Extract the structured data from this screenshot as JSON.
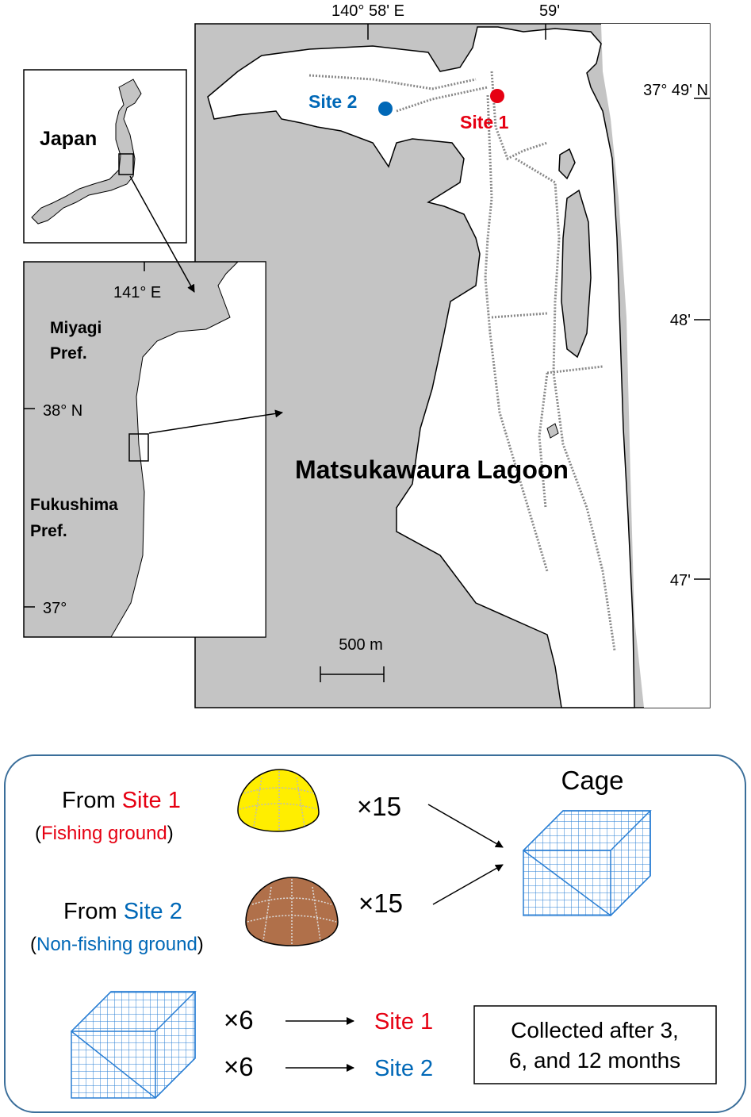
{
  "map": {
    "lon_label_1": "140° 58' E",
    "lon_label_2": "59'",
    "lat_label_1": "37° 49' N",
    "lat_label_2": "48'",
    "lat_label_3": "47'",
    "site2_label": "Site 2",
    "site1_label": "Site 1",
    "lagoon_label": "Matsukawaura Lagoon",
    "scale_label": "500 m",
    "site1_color": "#e60012",
    "site2_color": "#0068b7"
  },
  "inset_japan": {
    "label": "Japan"
  },
  "inset_region": {
    "lon_label": "141° E",
    "pref_miyagi_1": "Miyagi",
    "pref_miyagi_2": "Pref.",
    "lat_38": "38° N",
    "pref_fukushima_1": "Fukushima",
    "pref_fukushima_2": "Pref.",
    "lat_37": "37°"
  },
  "experiment": {
    "cage_label": "Cage",
    "from_prefix_1": "From ",
    "from_site_1": "Site 1",
    "ground_1": "Fishing ground",
    "count_1": "×15",
    "from_prefix_2": "From ",
    "from_site_2": "Site 2",
    "ground_2": "Non-fishing ground",
    "count_2": "×15",
    "deploy_count_1": "×6",
    "deploy_site_1": "Site 1",
    "deploy_count_2": "×6",
    "deploy_site_2": "Site 2",
    "collected_line_1": "Collected after 3,",
    "collected_line_2": "6, and 12 months",
    "clam_1_color": "#ffee00",
    "clam_2_color": "#b0704a",
    "cage_color": "#2a7fd4"
  }
}
